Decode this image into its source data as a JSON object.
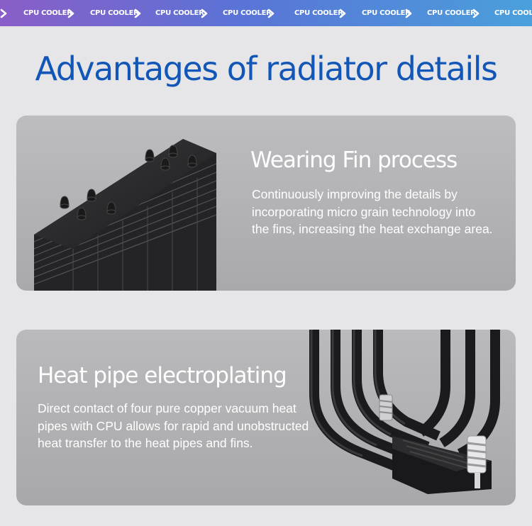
{
  "banner": {
    "label": "CPU COOLER",
    "items": [
      "CPU COOLER",
      "CPU COOLER",
      "CPU COOLER",
      "CPU COOLER",
      "CPU COOLER",
      "CPU COOLER",
      "CPU COOLER",
      "CPU COOLER"
    ],
    "gradient": [
      "#8a5ec8",
      "#4aa0dc"
    ]
  },
  "title": "Advantages of radiator details",
  "title_color": "#1257b8",
  "sections": [
    {
      "heading": "Wearing Fin process",
      "text": "Continuously improving the details by incorporating micro grain technology into the fins, increasing the heat exchange area.",
      "image": "heatsink-fin-stack"
    },
    {
      "heading": "Heat pipe electroplating",
      "text": "Direct contact of four pure copper vacuum heat pipes with CPU allows for rapid and unobstructed heat transfer to the heat pipes and fins.",
      "image": "heat-pipes-base"
    }
  ]
}
